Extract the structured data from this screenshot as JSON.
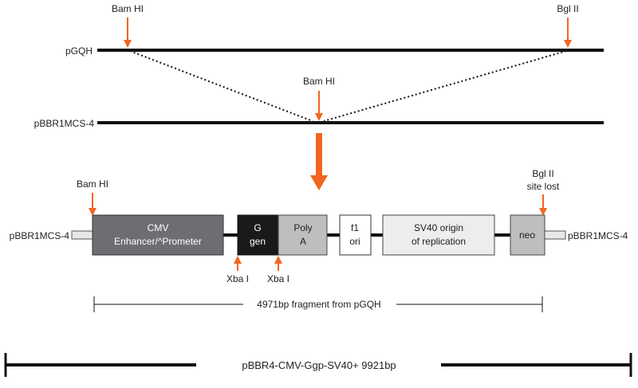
{
  "top_construct": {
    "name": "pGQH",
    "site_left": "Bam HI",
    "site_right": "Bgl II"
  },
  "middle_construct": {
    "name": "pBBR1MCS-4",
    "site": "Bam HI"
  },
  "result_construct": {
    "left_end": "pBBR1MCS-4",
    "right_end": "pBBR1MCS-4",
    "site_left": "Bam HI",
    "site_right_line1": "Bgl II",
    "site_right_line2": "site lost",
    "xba_left": "Xba I",
    "xba_right": "Xba I",
    "elements": [
      {
        "id": "cmv",
        "line1": "CMV",
        "line2": "Enhancer/^Prometer"
      },
      {
        "id": "g-gen",
        "line1": "G",
        "line2": "gen"
      },
      {
        "id": "poly-a",
        "line1": "Poly",
        "line2": "A"
      },
      {
        "id": "f1-ori",
        "line1": "f1",
        "line2": "ori"
      },
      {
        "id": "sv40",
        "line1": "SV40 origin",
        "line2": "of replication"
      },
      {
        "id": "neo",
        "line1": "neo",
        "line2": ""
      }
    ]
  },
  "fragment_label": "4971bp fragment from pGQH",
  "final_label": "pBBR4-CMV-Ggp-SV40+ 9921bp",
  "colors": {
    "line": "#111111",
    "arrow": "#f26522",
    "cmv_fill": "#6d6e71",
    "g_fill": "#1a1a1a",
    "poly_fill": "#bcbec0",
    "neo_fill": "#bcbec0",
    "sv40_fill": "#ededed",
    "f1_fill": "#ffffff"
  }
}
